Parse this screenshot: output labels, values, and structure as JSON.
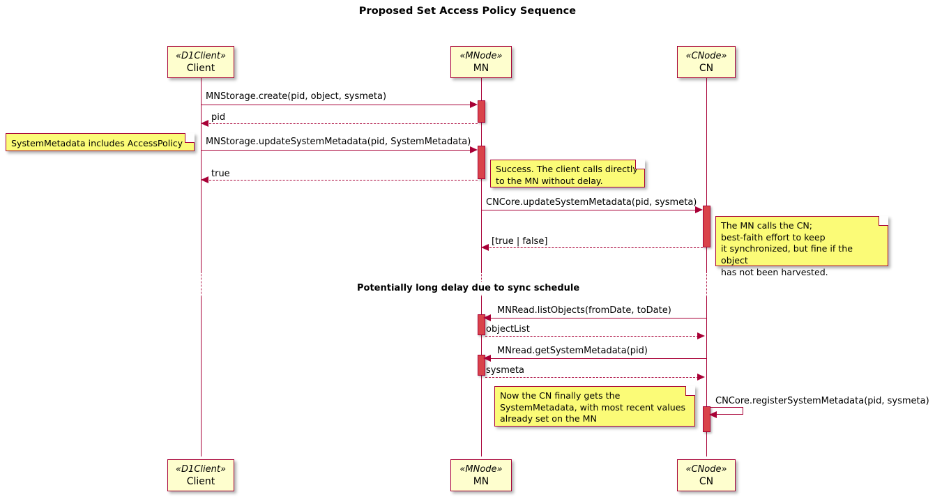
{
  "diagram": {
    "title": "Proposed Set Access Policy Sequence",
    "type": "uml-sequence-diagram",
    "colors": {
      "line": "#A80036",
      "participant_fill": "#FEFECE",
      "note_fill": "#FBFB77",
      "activation_fill": "#D9434A",
      "background": "#FFFFFF"
    }
  },
  "participants": [
    {
      "stereotype": "«D1Client»",
      "name": "Client"
    },
    {
      "stereotype": "«MNode»",
      "name": "MN"
    },
    {
      "stereotype": "«CNode»",
      "name": "CN"
    }
  ],
  "messages": [
    {
      "label": "MNStorage.create(pid, object, sysmeta)",
      "from": "Client",
      "to": "MN",
      "style": "solid",
      "direction": "right"
    },
    {
      "label": "pid",
      "from": "MN",
      "to": "Client",
      "style": "dashed",
      "direction": "left"
    },
    {
      "label": "MNStorage.updateSystemMetadata(pid, SystemMetadata)",
      "from": "Client",
      "to": "MN",
      "style": "solid",
      "direction": "right"
    },
    {
      "label": "true",
      "from": "MN",
      "to": "Client",
      "style": "dashed",
      "direction": "left"
    },
    {
      "label": "CNCore.updateSystemMetadata(pid, sysmeta)",
      "from": "MN",
      "to": "CN",
      "style": "solid",
      "direction": "right"
    },
    {
      "label": "[true | false]",
      "from": "CN",
      "to": "MN",
      "style": "dashed",
      "direction": "left"
    },
    {
      "label": "MNRead.listObjects(fromDate, toDate)",
      "from": "CN",
      "to": "MN",
      "style": "solid",
      "direction": "left"
    },
    {
      "label": "objectList",
      "from": "MN",
      "to": "CN",
      "style": "dashed",
      "direction": "right"
    },
    {
      "label": "MNread.getSystemMetadata(pid)",
      "from": "CN",
      "to": "MN",
      "style": "solid",
      "direction": "left"
    },
    {
      "label": "sysmeta",
      "from": "MN",
      "to": "CN",
      "style": "dashed",
      "direction": "right"
    },
    {
      "label": "CNCore.registerSystemMetadata(pid, sysmeta)",
      "from": "CN",
      "to": "CN",
      "style": "self",
      "direction": "self"
    }
  ],
  "notes": [
    {
      "id": "note-access-policy",
      "text": "SystemMetadata includes AccessPolicy"
    },
    {
      "id": "note-success",
      "text": "Success. The client calls directly\nto the MN without delay."
    },
    {
      "id": "note-mn-calls-cn",
      "text": "The MN calls the CN;\nbest-faith effort to keep\nit synchronized, but fine if the object\nhas not been harvested."
    },
    {
      "id": "note-cn-gets-sysmeta",
      "text": "Now the CN finally gets the\nSystemMetadata, with most recent values\nalready set on the MN"
    }
  ],
  "delay": {
    "label": "Potentially long delay due to sync schedule"
  }
}
